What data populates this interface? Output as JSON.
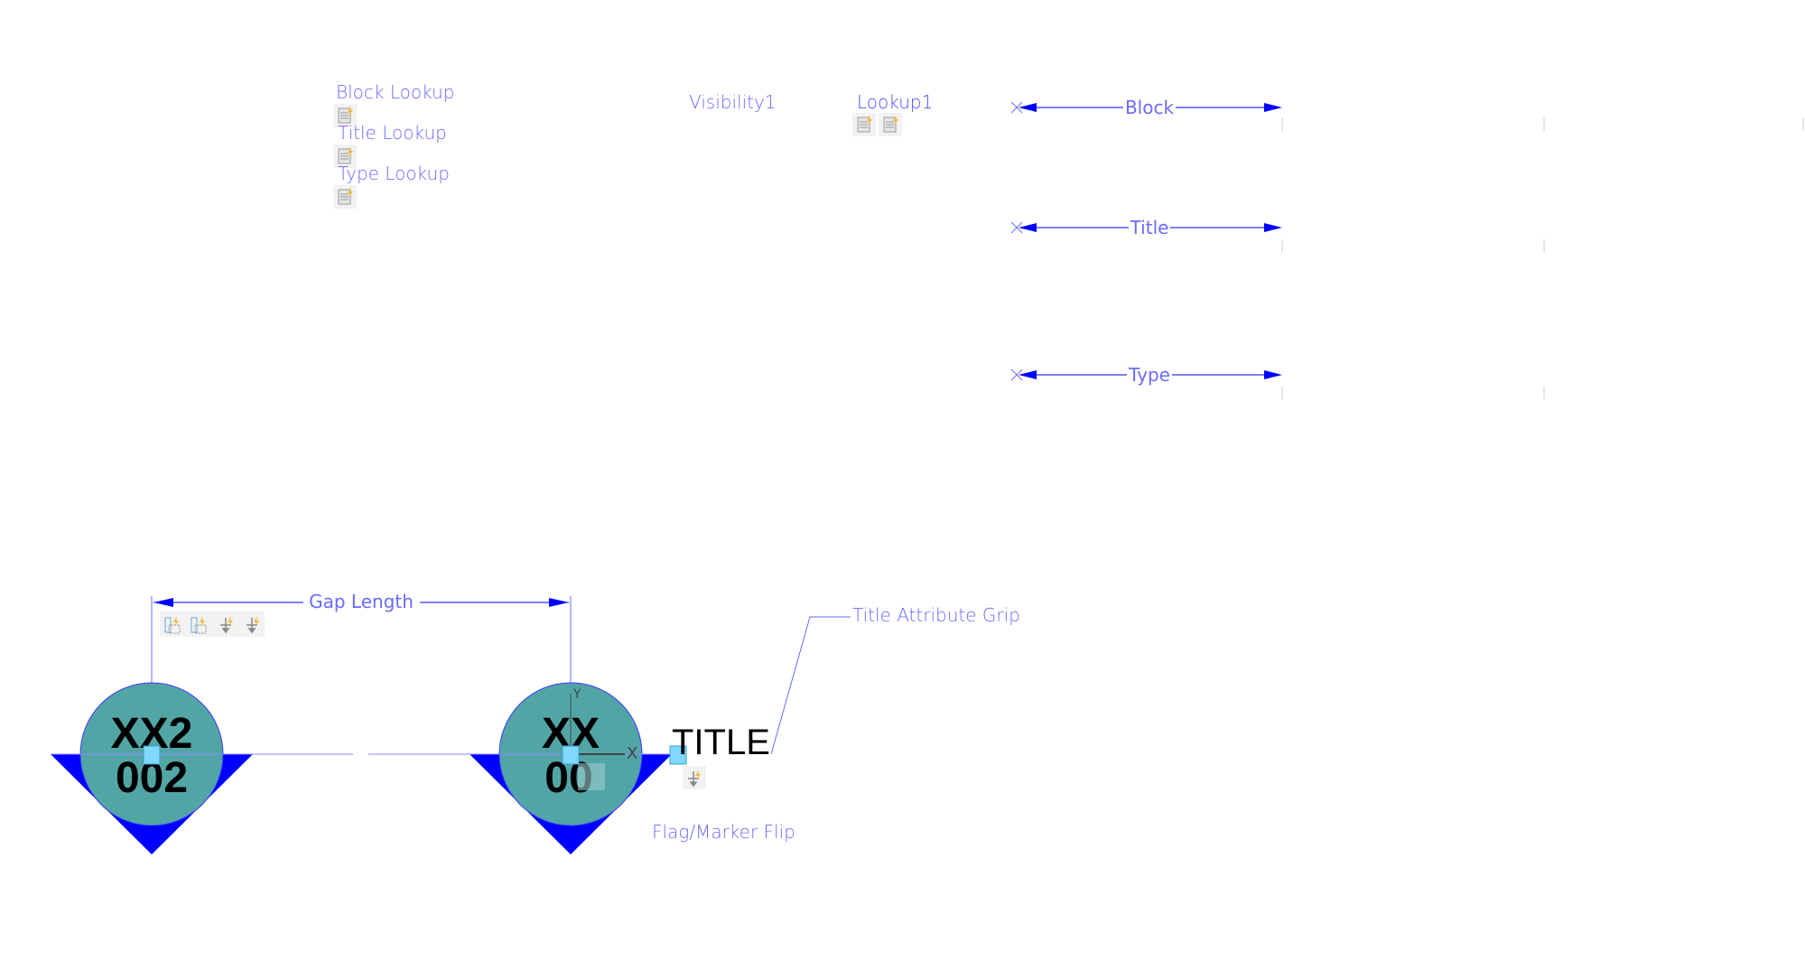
{
  "parameters": {
    "block_lookup": "Block Lookup",
    "title_lookup": "Title Lookup",
    "type_lookup": "Type Lookup",
    "visibility": "Visibility1",
    "lookup": "Lookup1",
    "gap_length": "Gap Length",
    "title_attribute_grip": "Title Attribute Grip",
    "flag_marker_flip": "Flag/Marker Flip"
  },
  "dimensions": {
    "block": "Block",
    "title": "Title",
    "type": "Type"
  },
  "markers": {
    "left_text_line1": "XX2",
    "left_text_line2": "002",
    "right_text_line1": "XX",
    "right_text_line2": "00",
    "title_attr": "TITLE"
  },
  "ucs": {
    "x": "X",
    "y": "Y"
  },
  "colors": {
    "param_blue": "#6b6bff",
    "arrow_blue": "#0000ff",
    "marker_fill": "#52a5a5",
    "grip": "#7fd8ff"
  }
}
